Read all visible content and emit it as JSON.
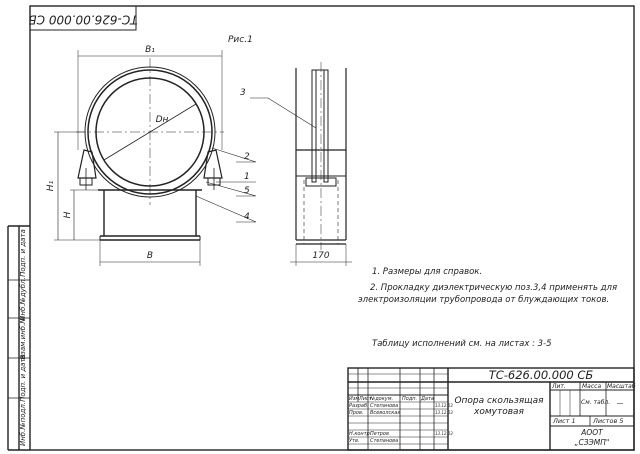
{
  "doc_code_top": "ТС-626.00.000 СБ",
  "doc_code": "ТС-626.00.000 СБ",
  "fig_label": "Рис.1",
  "dims": {
    "b1": "B₁",
    "dn": "Dн",
    "h1": "H₁",
    "h": "H",
    "b": "B",
    "w170": "170"
  },
  "callouts": [
    "3",
    "2",
    "1",
    "5",
    "4"
  ],
  "notes": [
    "1. Размеры для справок.",
    "2. Прокладку диэлектрическую поз.3,4 применять для",
    "электроизоляции трубопровода от блуждающих токов."
  ],
  "table_ref": "Таблицу исполнений см. на листах : 3-5",
  "side_labels": [
    "Инб.№подл.",
    "Подп. и дата",
    "Взам.инб.№",
    "Инб.№дубл.",
    "Подп. и дата"
  ],
  "title_block": {
    "name_line1": "Опора скользящая",
    "name_line2": "хомутовая",
    "hdr_cols": [
      "Изм",
      "Лист",
      "№докум.",
      "Подп.",
      "Дата"
    ],
    "rows": [
      [
        "Разраб.",
        "Степанова",
        "",
        "13.12.03"
      ],
      [
        "Пров.",
        "Всеволская",
        "",
        "13.12.03"
      ],
      [
        "Н.контр.",
        "Петров",
        "",
        "13.12.03"
      ],
      [
        "Утв.",
        "Степанова",
        "",
        ""
      ]
    ],
    "lit_hdr": "Лит.",
    "mass_hdr": "Масса",
    "scale_hdr": "Масштаб",
    "mass_val": "См. табл.",
    "scale_val": "—",
    "sheet": "Лист 1",
    "sheets": "Листов 5",
    "org_line1": "АООТ",
    "org_line2": "„СЗЭМП\""
  }
}
